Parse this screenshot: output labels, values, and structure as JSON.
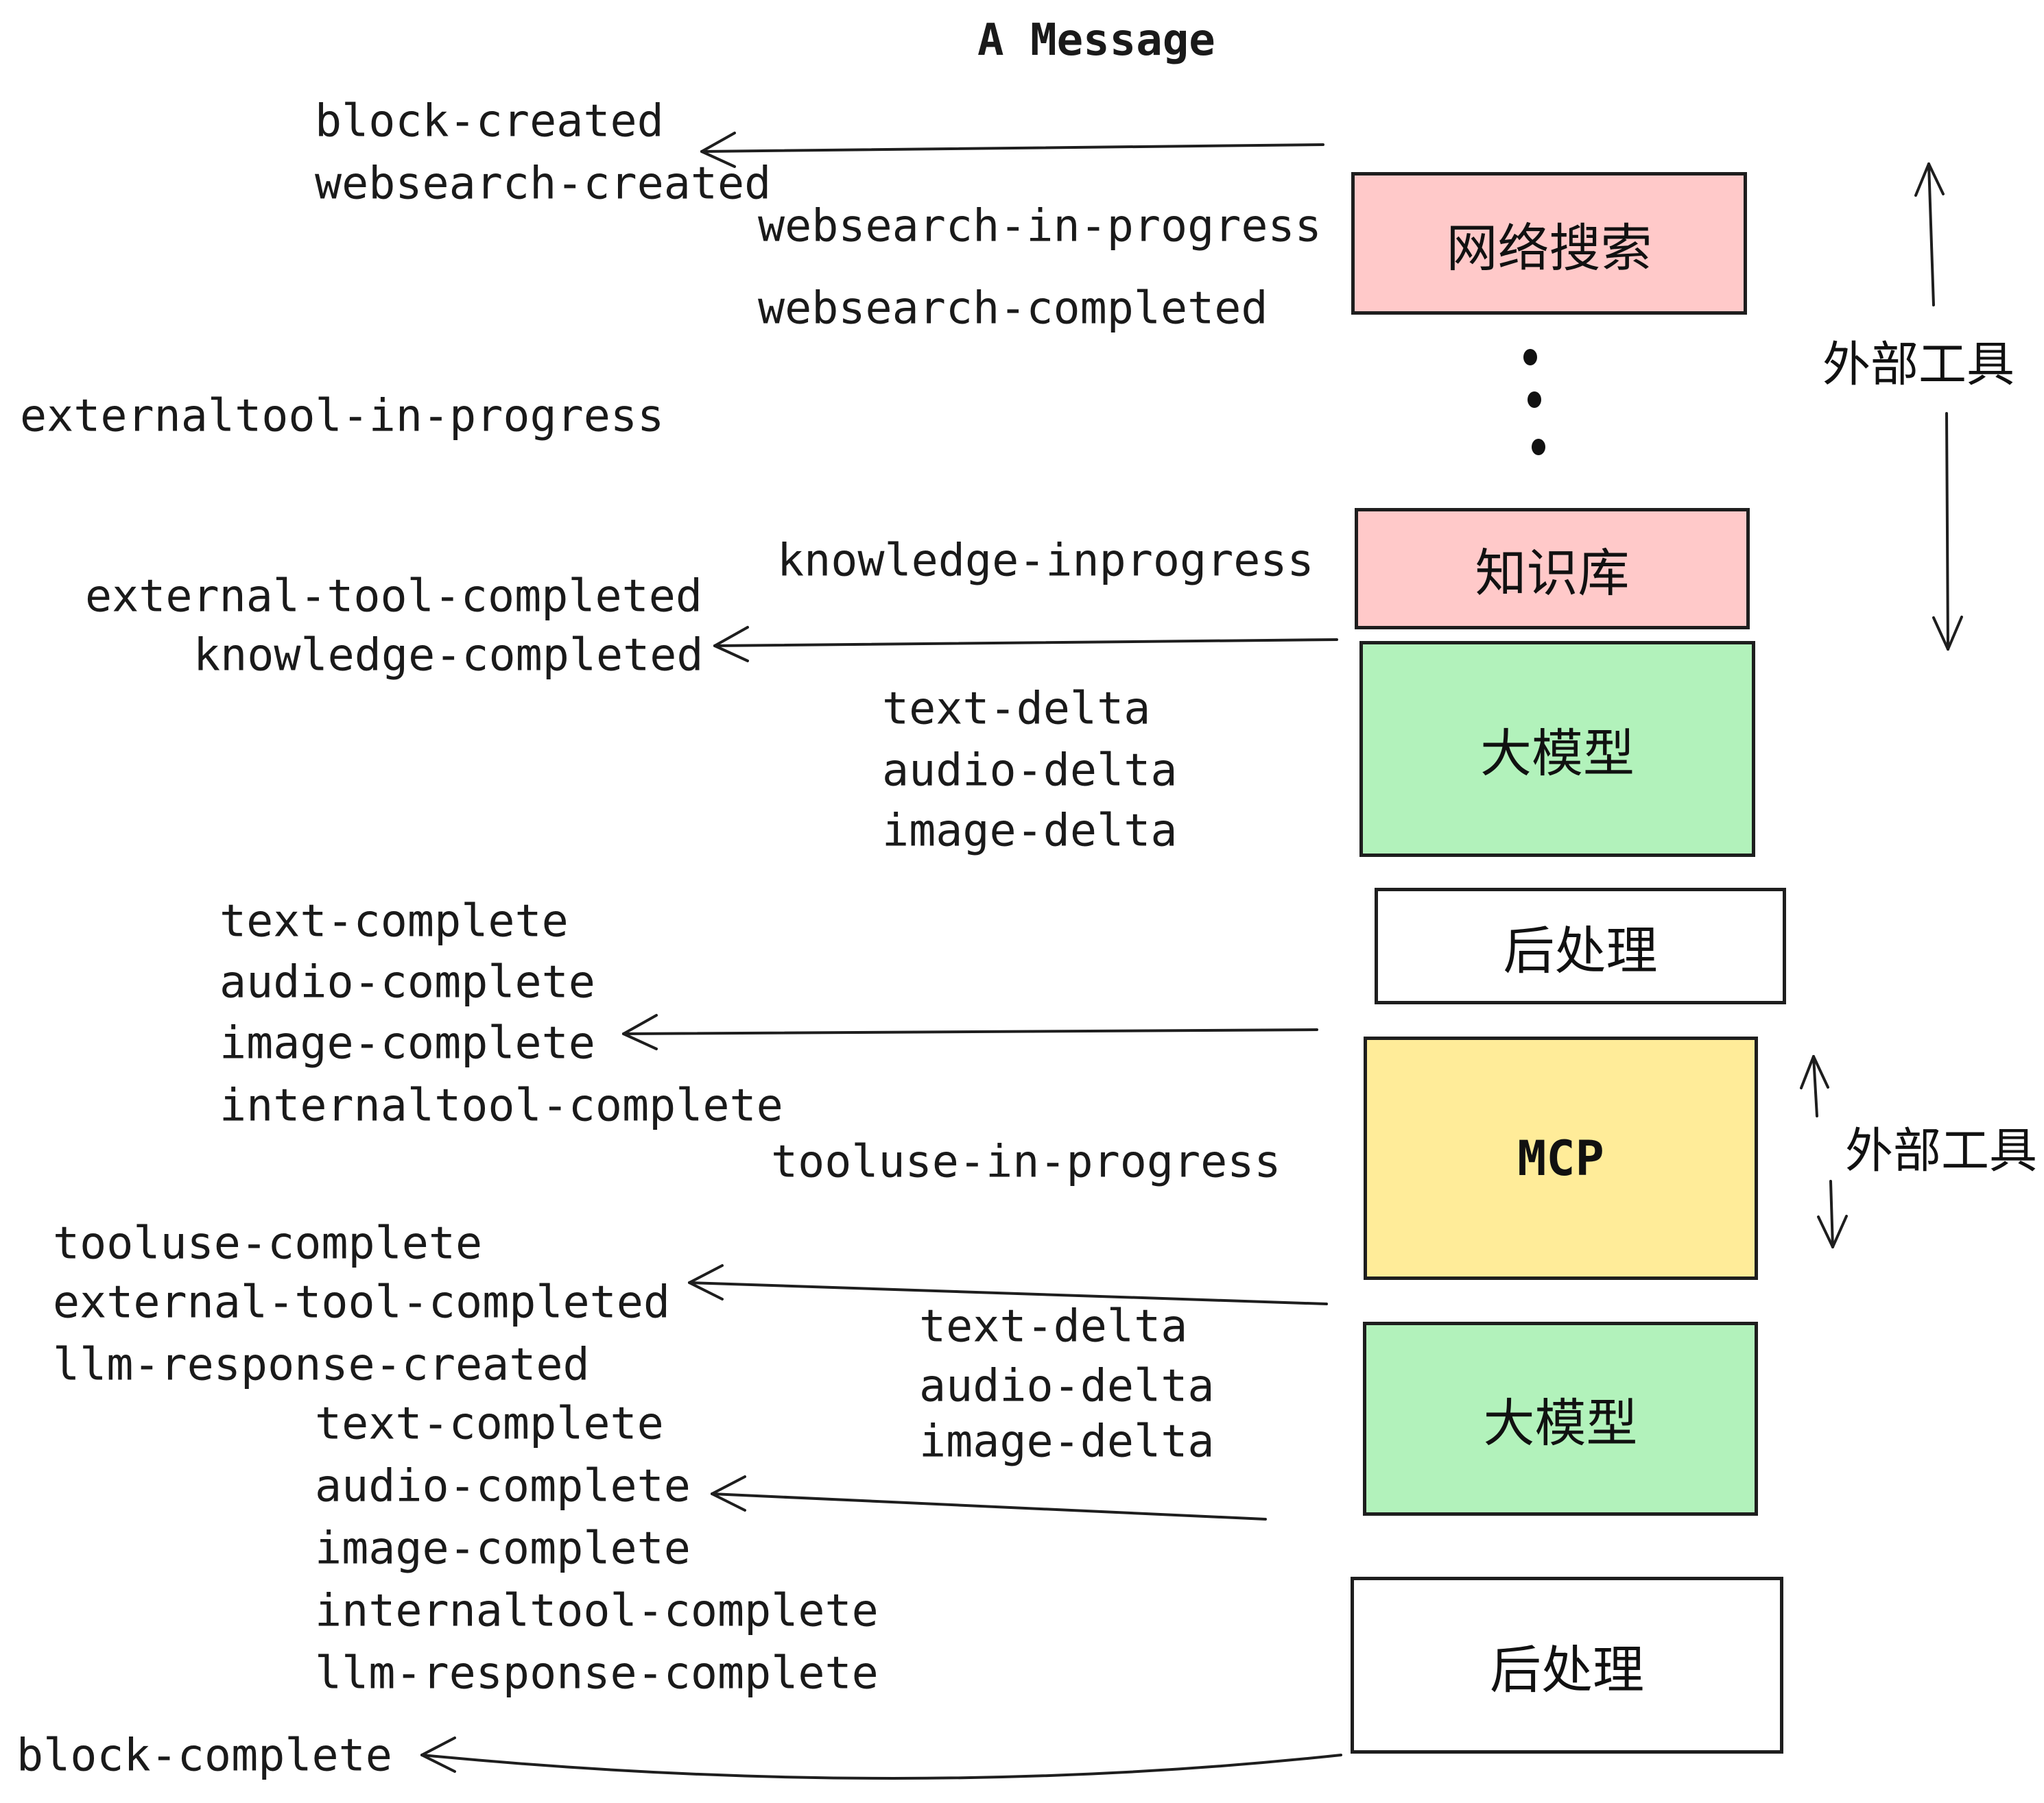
{
  "title": "A Message",
  "colors": {
    "external_tool_box": "#ffc9c9",
    "llm_box": "#b2f2bb",
    "mcp_box": "#ffec99",
    "post_process_box": "#ffffff",
    "stroke": "#1e1e1e"
  },
  "boxes": [
    {
      "id": "websearch",
      "label": "网络搜索"
    },
    {
      "id": "knowledge",
      "label": "知识库"
    },
    {
      "id": "llm-1",
      "label": "大模型"
    },
    {
      "id": "post-1",
      "label": "后处理"
    },
    {
      "id": "mcp",
      "label": "MCP"
    },
    {
      "id": "llm-2",
      "label": "大模型"
    },
    {
      "id": "post-2",
      "label": "后处理"
    }
  ],
  "side_labels": [
    {
      "text": "外部工具"
    },
    {
      "text": "外部工具"
    }
  ],
  "events": [
    "block-created",
    "websearch-created",
    "websearch-in-progress",
    "websearch-completed",
    "externaltool-in-progress",
    "knowledge-inprogress",
    "external-tool-completed",
    "knowledge-completed",
    "text-delta",
    "audio-delta",
    "image-delta",
    "text-complete",
    "audio-complete",
    "image-complete",
    "internaltool-complete",
    "tooluse-in-progress",
    "tooluse-complete",
    "external-tool-completed",
    "llm-response-created",
    "text-delta",
    "audio-delta",
    "image-delta",
    "text-complete",
    "audio-complete",
    "image-complete",
    "internaltool-complete",
    "llm-response-complete",
    "block-complete"
  ]
}
